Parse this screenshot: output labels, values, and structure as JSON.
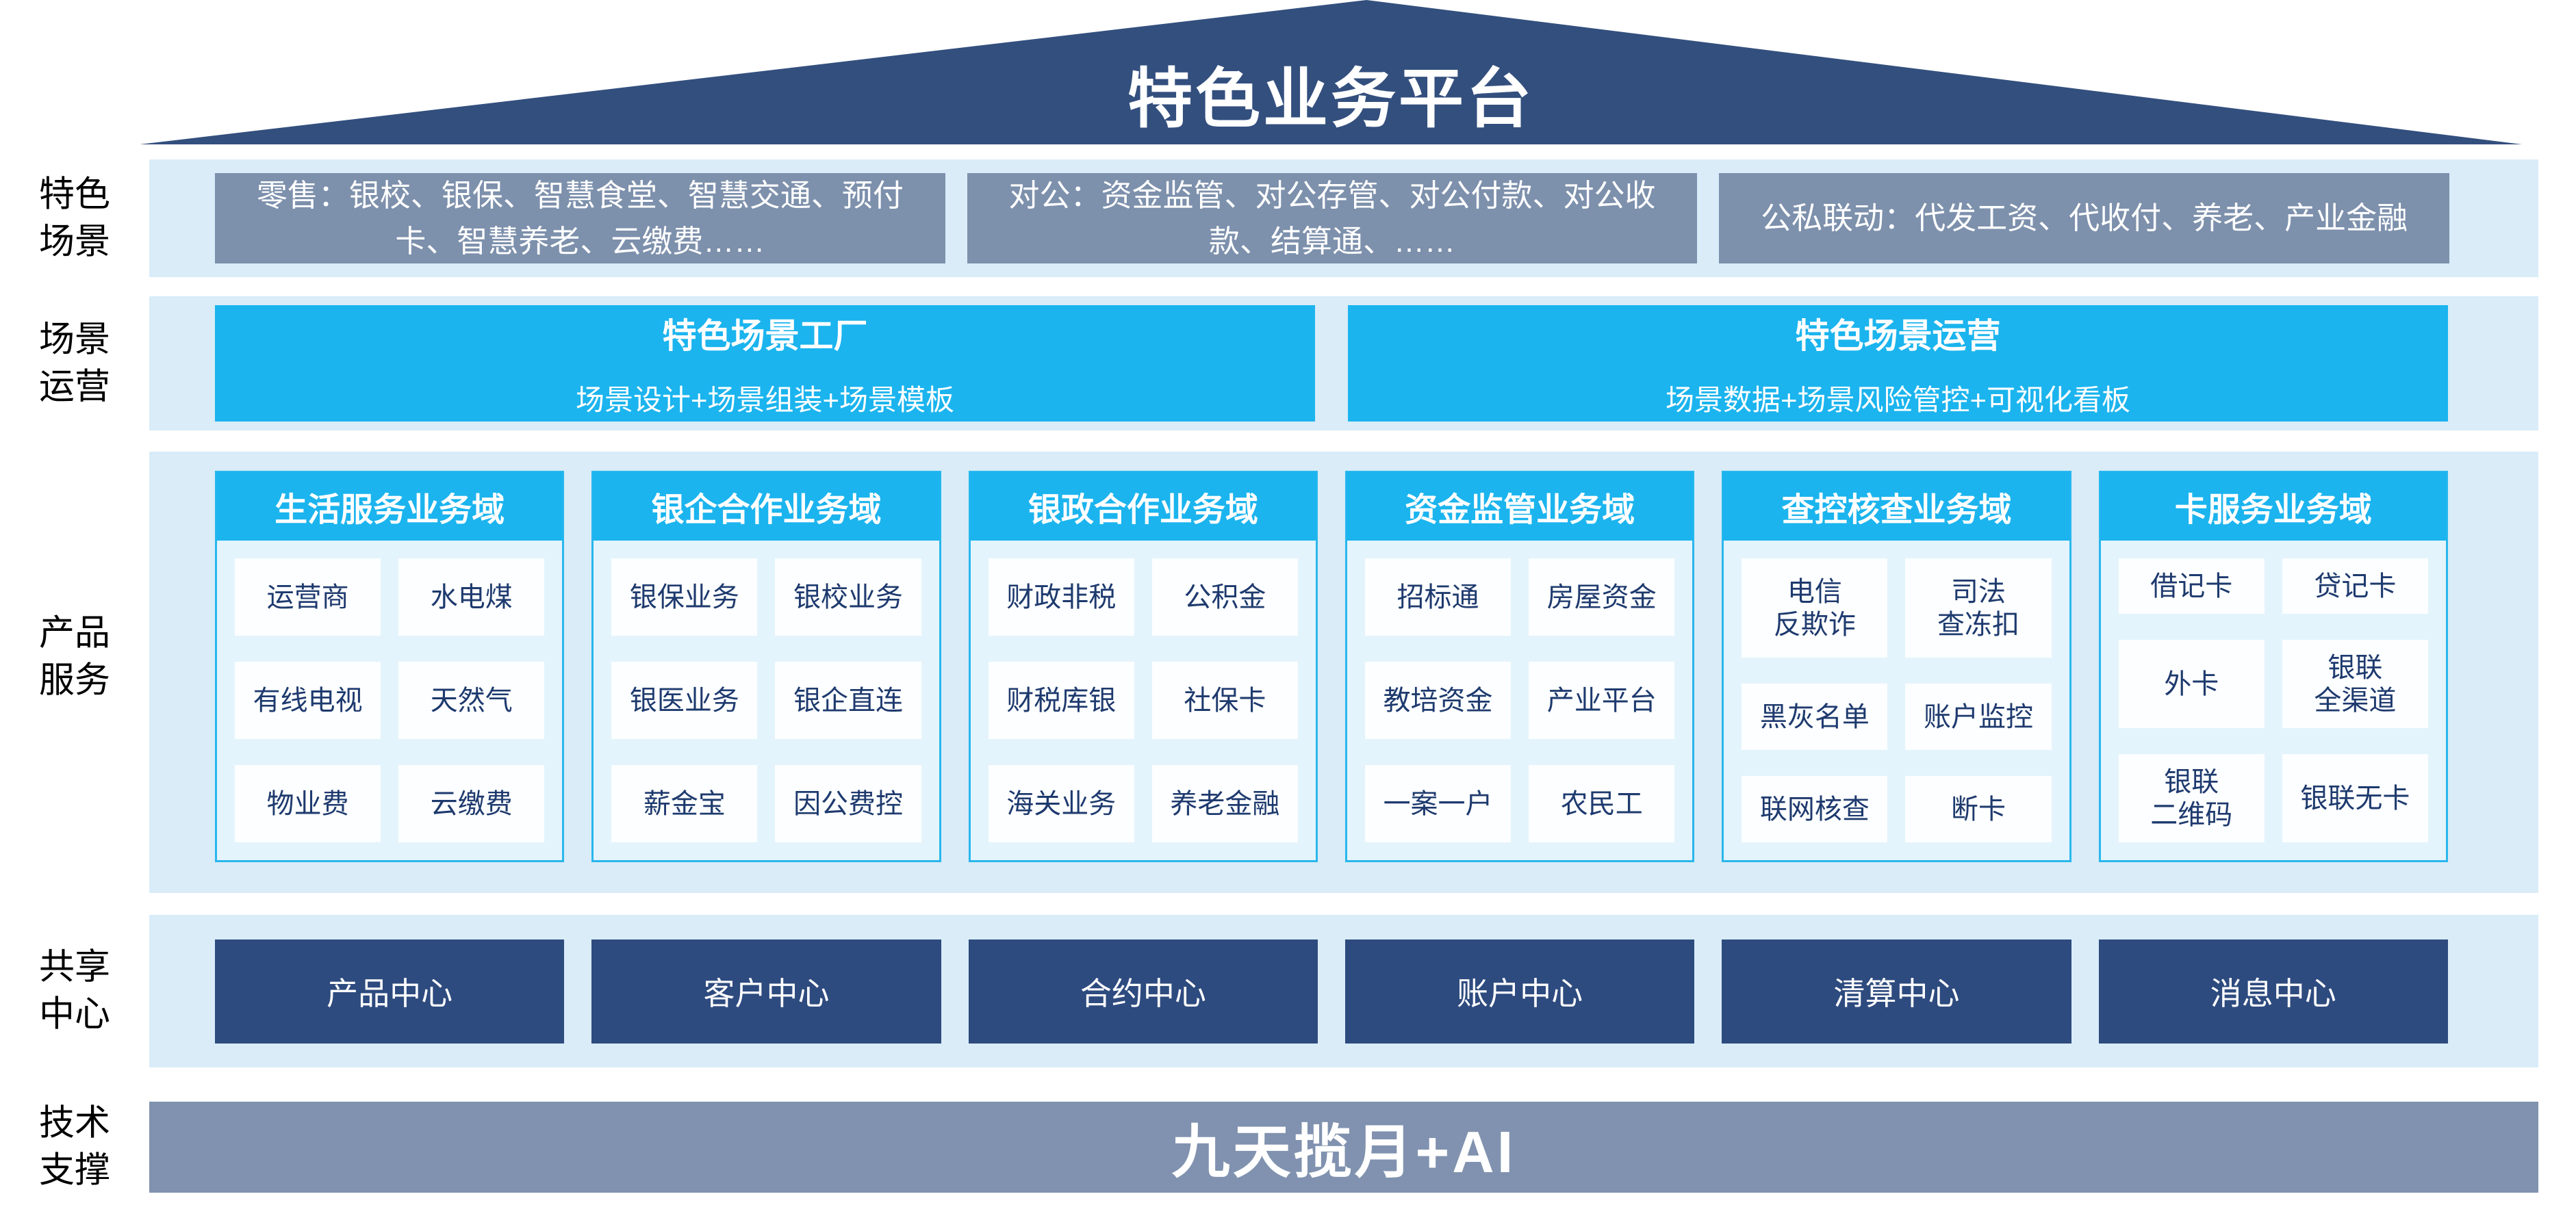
{
  "title": "特色业务平台",
  "colors": {
    "roof_navy": "#334F7E",
    "center_navy": "#2E4B7F",
    "cyan_accent": "#1BB4EE",
    "scene_gray_blue": "#7D90AC",
    "tech_gray_blue": "#8092AF",
    "band_light_blue": "#D9ECF8",
    "domain_body_blue": "#E4F4FC",
    "item_text_navy": "#1E3A6E"
  },
  "rows": {
    "scene": {
      "label": "特色\n场景",
      "boxes": [
        "零售：银校、银保、智慧食堂、智慧交通、预付卡、智慧养老、云缴费……",
        "对公：资金监管、对公存管、对公付款、对公收款、结算通、……",
        "公私联动：代发工资、代收付、养老、产业金融"
      ]
    },
    "operation": {
      "label": "场景\n运营",
      "boxes": [
        {
          "title": "特色场景工厂",
          "subtitle": "场景设计+场景组装+场景模板"
        },
        {
          "title": "特色场景运营",
          "subtitle": "场景数据+场景风险管控+可视化看板"
        }
      ]
    },
    "product": {
      "label": "产品\n服务",
      "domains": [
        {
          "title": "生活服务业务域",
          "items": [
            "运营商",
            "水电煤",
            "有线电视",
            "天然气",
            "物业费",
            "云缴费"
          ]
        },
        {
          "title": "银企合作业务域",
          "items": [
            "银保业务",
            "银校业务",
            "银医业务",
            "银企直连",
            "薪金宝",
            "因公费控"
          ]
        },
        {
          "title": "银政合作业务域",
          "items": [
            "财政非税",
            "公积金",
            "财税库银",
            "社保卡",
            "海关业务",
            "养老金融"
          ]
        },
        {
          "title": "资金监管业务域",
          "items": [
            "招标通",
            "房屋资金",
            "教培资金",
            "产业平台",
            "一案一户",
            "农民工"
          ]
        },
        {
          "title": "查控核查业务域",
          "items": [
            "电信\n反欺诈",
            "司法\n查冻扣",
            "黑灰名单",
            "账户监控",
            "联网核查",
            "断卡"
          ]
        },
        {
          "title": "卡服务业务域",
          "items": [
            "借记卡",
            "贷记卡",
            "外卡",
            "银联\n全渠道",
            "银联\n二维码",
            "银联无卡"
          ]
        }
      ]
    },
    "shared": {
      "label": "共享\n中心",
      "boxes": [
        "产品中心",
        "客户中心",
        "合约中心",
        "账户中心",
        "清算中心",
        "消息中心"
      ]
    },
    "tech": {
      "label": "技术\n支撑",
      "box": "九天揽月+AI"
    }
  }
}
